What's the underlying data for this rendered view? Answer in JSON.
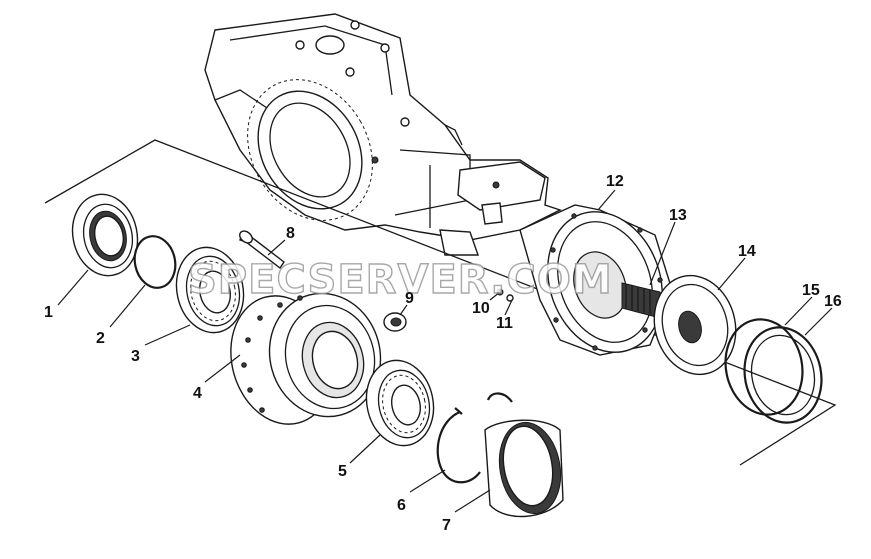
{
  "diagram": {
    "watermark": "SPECSERVER.COM",
    "callouts": [
      {
        "id": "1",
        "label": "1"
      },
      {
        "id": "2",
        "label": "2"
      },
      {
        "id": "3",
        "label": "3"
      },
      {
        "id": "4",
        "label": "4"
      },
      {
        "id": "5",
        "label": "5"
      },
      {
        "id": "6",
        "label": "6"
      },
      {
        "id": "7",
        "label": "7"
      },
      {
        "id": "8",
        "label": "8"
      },
      {
        "id": "9",
        "label": "9"
      },
      {
        "id": "10",
        "label": "10"
      },
      {
        "id": "11",
        "label": "11"
      },
      {
        "id": "12",
        "label": "12"
      },
      {
        "id": "13",
        "label": "13"
      },
      {
        "id": "14",
        "label": "14"
      },
      {
        "id": "15",
        "label": "15"
      },
      {
        "id": "16",
        "label": "16"
      }
    ]
  }
}
